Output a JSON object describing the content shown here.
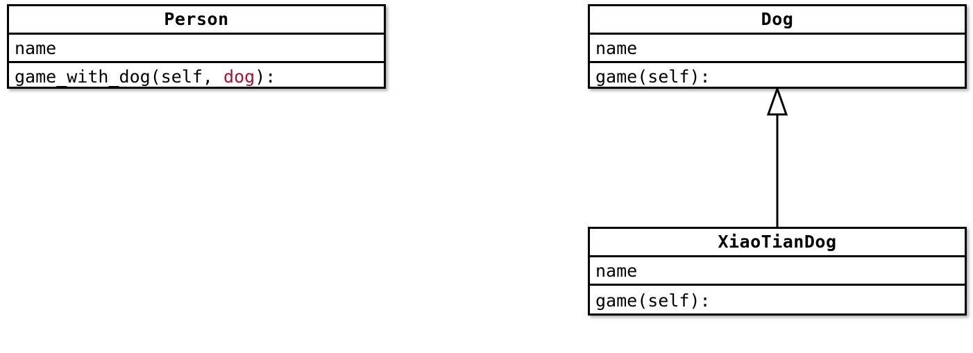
{
  "diagram": {
    "type": "uml-class-diagram",
    "background_color": "#ffffff",
    "line_color": "#000000",
    "highlight_color": "#b01030",
    "classes": [
      {
        "id": "person",
        "name": "Person",
        "attributes": [
          "name"
        ],
        "methods_prefix": "game_with_dog(self, ",
        "methods_highlight": "dog",
        "methods_suffix": "):"
      },
      {
        "id": "dog",
        "name": "Dog",
        "attributes": [
          "name"
        ],
        "methods": [
          "game(self):"
        ]
      },
      {
        "id": "xiaotiandog",
        "name": "XiaoTianDog",
        "attributes": [
          "name"
        ],
        "methods": [
          "game(self):"
        ]
      }
    ],
    "relationships": [
      {
        "id": "inheritance-xiaotiandog-dog",
        "kind": "inheritance",
        "from": "XiaoTianDog",
        "to": "Dog",
        "arrow": "hollow-triangle"
      }
    ]
  }
}
